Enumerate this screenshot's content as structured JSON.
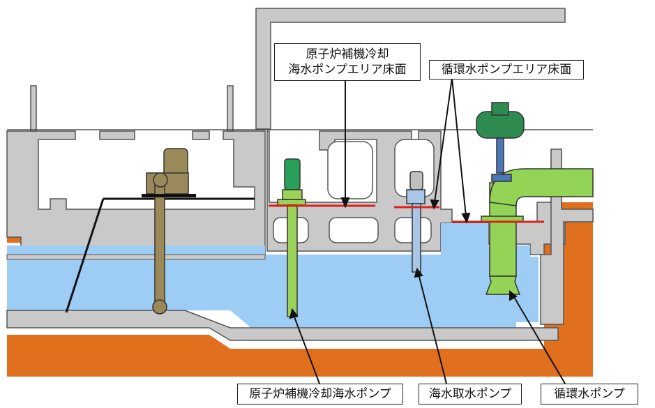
{
  "labels": {
    "ccw_floor_line1": "原子炉補機冷却",
    "ccw_floor_line2": "海水ポンプエリア床面",
    "cw_floor": "循環水ポンプエリア床面",
    "ccw_pump": "原子炉補機冷却海水ポンプ",
    "intake_pump": "海水取水ポンプ",
    "cw_pump": "循環水ポンプ"
  },
  "colors": {
    "concrete": "#c9c9c9",
    "soil": "#e0701e",
    "water": "#9dccf4",
    "floor_marker": "#e0201a",
    "ccw_pump": "#9bd35a",
    "ccw_motor": "#29a05a",
    "cw_pump": "#93d356",
    "cw_motor": "#2e8b4f",
    "intake_pump": "#a9c6e6",
    "screen": "#9a8a5a"
  }
}
